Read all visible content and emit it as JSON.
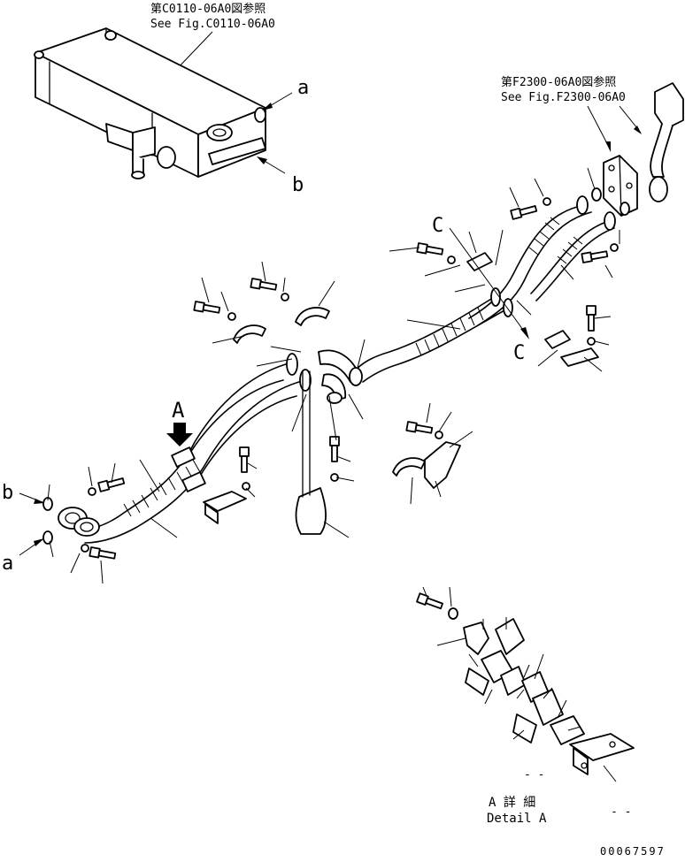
{
  "references": {
    "top": {
      "jp": "第C0110-06A0図参照",
      "en": "See Fig.C0110-06A0"
    },
    "right": {
      "jp": "第F2300-06A0図参照",
      "en": "See Fig.F2300-06A0"
    }
  },
  "callouts": {
    "a_top": "a",
    "b_top": "b",
    "a_left": "a",
    "b_left": "b",
    "c_upper": "C",
    "c_lower": "C",
    "view_A": "A"
  },
  "detail": {
    "jp": "A 詳 細",
    "en": "Detail A",
    "dashes_1": "- -",
    "dashes_2": "- -"
  },
  "drawing_number": "00067597"
}
